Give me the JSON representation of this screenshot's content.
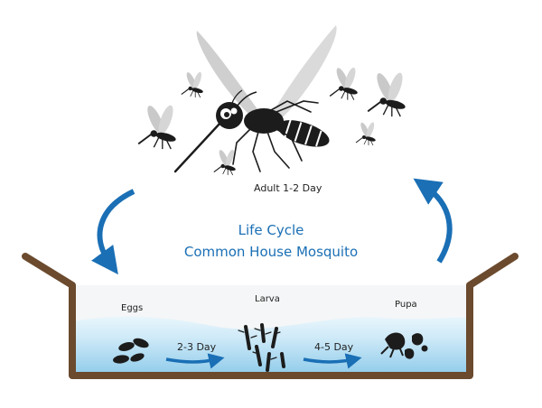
{
  "title": {
    "line1": "Life Cycle",
    "line2": "Common House Mosquito"
  },
  "stages": {
    "adult": "Adult  1-2 Day",
    "eggs": "Eggs",
    "larva": "Larva",
    "pupa": "Pupa"
  },
  "durations": {
    "eggs_to_larva": "2-3 Day",
    "larva_to_pupa": "4-5 Day"
  },
  "colors": {
    "accent": "#1a6fb5",
    "water_light": "#cfeaf8",
    "water_mid": "#a8d8f0",
    "container": "#6b4a2e",
    "insect": "#1c1c1c",
    "wing": "#d0d0d0"
  }
}
